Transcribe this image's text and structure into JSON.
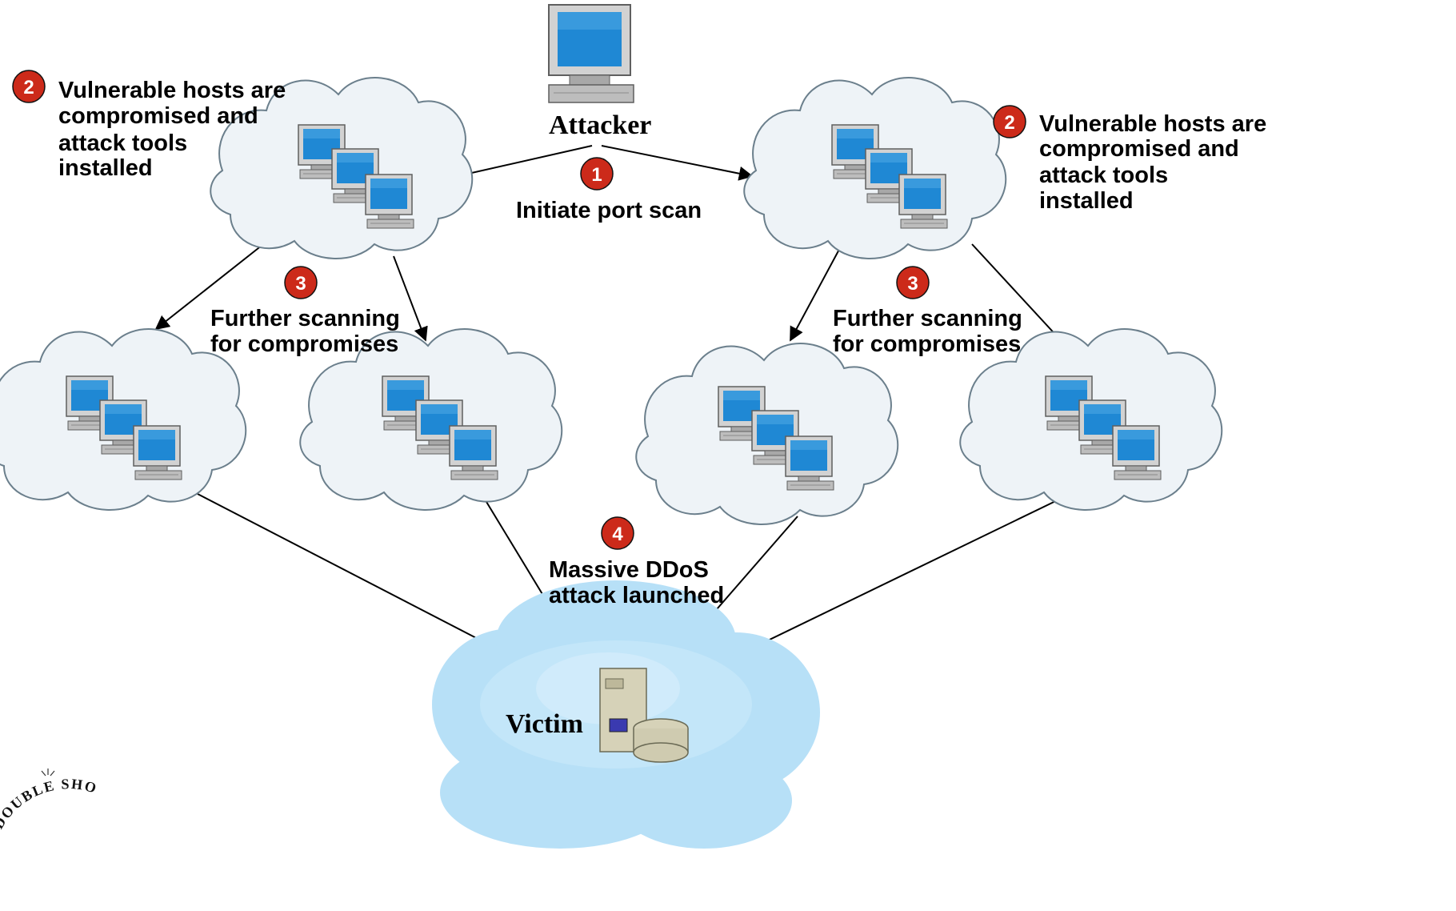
{
  "attacker": {
    "label": "Attacker"
  },
  "victim": {
    "label": "Victim"
  },
  "steps": {
    "step1": {
      "number": "1",
      "text": "Initiate port scan"
    },
    "step2_left": {
      "number": "2",
      "lines": [
        "Vulnerable hosts are",
        "compromised and",
        "attack tools",
        "installed"
      ]
    },
    "step2_right": {
      "number": "2",
      "lines": [
        "Vulnerable hosts are",
        "compromised and",
        "attack tools",
        "installed"
      ]
    },
    "step3_left": {
      "number": "3",
      "lines": [
        "Further scanning",
        "for compromises"
      ]
    },
    "step3_right": {
      "number": "3",
      "lines": [
        "Further scanning",
        "for compromises"
      ]
    },
    "step4": {
      "number": "4",
      "lines": [
        "Massive DDoS",
        "attack launched"
      ]
    }
  },
  "stamp": {
    "text": "DOUBLE SHO"
  },
  "colors": {
    "badge": "#cc2a1a",
    "cloud_fill": "#eef3f7",
    "cloud_stroke": "#6b7f8c",
    "victim_cloud": "#a9d9f5",
    "screen": "#1a86d6",
    "monitor_body": "#c9c9c9"
  }
}
